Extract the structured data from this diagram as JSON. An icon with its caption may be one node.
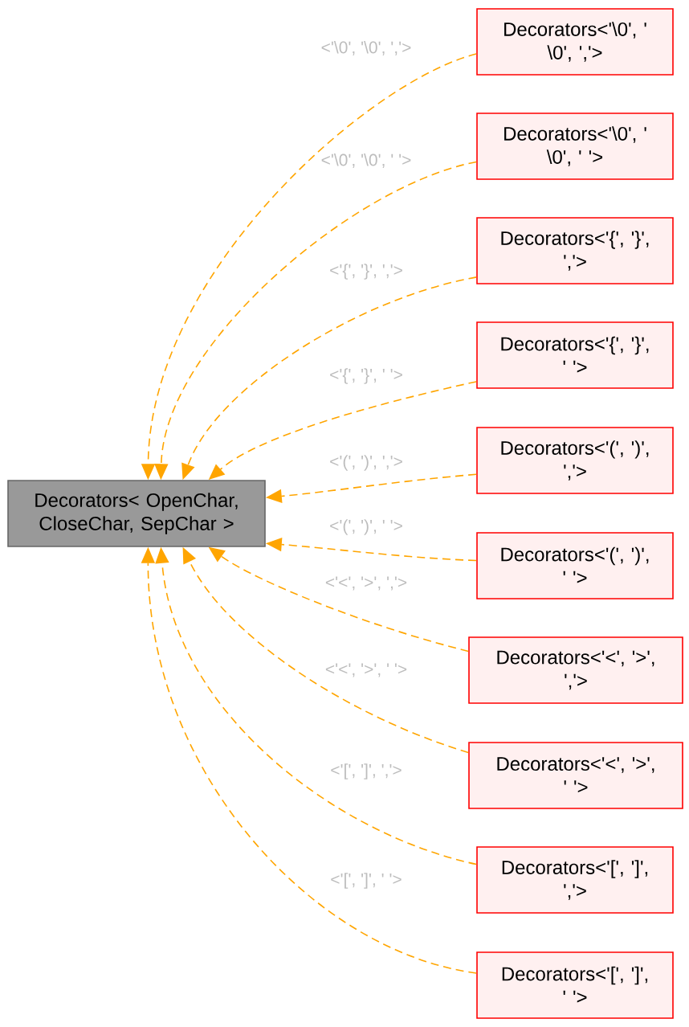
{
  "diagram": {
    "nodes": [
      {
        "text": [
          "Decorators< OpenChar, CloseChar, SepChar >"
        ]
      },
      {
        "text": [
          "Decorators<'\\0', ' \\0', ','>"
        ]
      },
      {
        "text": [
          "Decorators<'\\0', ' \\0', ' '>"
        ]
      },
      {
        "text": [
          "Decorators<'{', '}', ','>"
        ]
      },
      {
        "text": [
          "Decorators<'{', '}', ' '>"
        ]
      },
      {
        "text": [
          "Decorators<'(', ')', ','>"
        ]
      },
      {
        "text": [
          "Decorators<'(', ')', ' '>"
        ]
      },
      {
        "text": [
          "Decorators<'<', '>', ','>"
        ]
      },
      {
        "text": [
          "Decorators<'<', '>', ' '>"
        ]
      },
      {
        "text": [
          "Decorators<'[', ']', ','>"
        ]
      },
      {
        "text": [
          "Decorators<'[', ']', ' '>"
        ]
      }
    ],
    "edges": [
      {
        "from": 1,
        "to": 0,
        "arrow": "to",
        "label": "<'\\0', '\\0', ','>",
        "style": "dashed"
      },
      {
        "from": 2,
        "to": 0,
        "arrow": "to",
        "label": "<'\\0', '\\0', ' '>",
        "style": "dashed"
      },
      {
        "from": 3,
        "to": 0,
        "arrow": "to",
        "label": "<'{', '}', ','>",
        "style": "dashed"
      },
      {
        "from": 4,
        "to": 0,
        "arrow": "to",
        "label": "<'{', '}', ' '>",
        "style": "dashed"
      },
      {
        "from": 5,
        "to": 0,
        "arrow": "to",
        "label": "<'(', ')', ','>",
        "style": "dashed"
      },
      {
        "from": 6,
        "to": 0,
        "arrow": "to",
        "label": "<'(', ')', ' '>",
        "style": "dashed"
      },
      {
        "from": 7,
        "to": 0,
        "arrow": "to",
        "label": "<'<', '>', ','>",
        "style": "dashed"
      },
      {
        "from": 8,
        "to": 0,
        "arrow": "to",
        "label": "<'<', '>', ' '>",
        "style": "dashed"
      },
      {
        "from": 9,
        "to": 0,
        "arrow": "to",
        "label": "<'[', ']', ','>",
        "style": "dashed"
      },
      {
        "from": 10,
        "to": 0,
        "arrow": "to",
        "label": "<'[', ']', ' '>",
        "style": "dashed"
      }
    ]
  }
}
